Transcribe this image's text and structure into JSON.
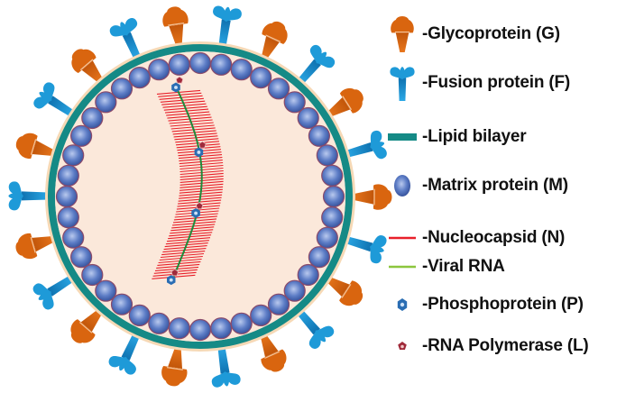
{
  "diagram": {
    "title": "Paramyxovirus virion structure",
    "colors": {
      "glycoprotein": "#d9650f",
      "glycoprotein_dark": "#a84a07",
      "fusion_protein": "#1e9ad8",
      "fusion_protein_dark": "#0e6eaa",
      "lipid_bilayer": "#158a86",
      "envelope_outer": "#f6d9b6",
      "interior": "#fbe8da",
      "matrix_protein": "#4a6bb8",
      "matrix_protein_light": "#a9bde8",
      "matrix_outline": "#8a4a6a",
      "nucleocapsid": "#e8202a",
      "viral_rna": "#1f8a3a",
      "phosphoprotein": "#2a6db3",
      "rna_polymerase": "#a02a3a"
    },
    "counts": {
      "matrix_beads": 40,
      "surface_spikes": 22,
      "nucleocapsid_rungs": 70
    },
    "legend": [
      {
        "key": "glycoprotein",
        "icon": "glycoprotein-icon",
        "label": "-Glycoprotein (G)"
      },
      {
        "key": "fusion",
        "icon": "fusion-protein-icon",
        "label": "-Fusion protein (F)"
      },
      {
        "key": "lipid",
        "icon": "lipid-bilayer-icon",
        "label": "-Lipid bilayer"
      },
      {
        "key": "matrix",
        "icon": "matrix-protein-icon",
        "label": "-Matrix protein (M)"
      },
      {
        "key": "nucleocapsid",
        "icon": "nucleocapsid-icon",
        "label": "-Nucleocapsid (N)"
      },
      {
        "key": "rna",
        "icon": "viral-rna-icon",
        "label": "-Viral RNA"
      },
      {
        "key": "phospho",
        "icon": "phosphoprotein-icon",
        "label": "-Phosphoprotein (P)"
      },
      {
        "key": "polymerase",
        "icon": "rna-polymerase-icon",
        "label": "-RNA Polymerase (L)"
      }
    ]
  }
}
